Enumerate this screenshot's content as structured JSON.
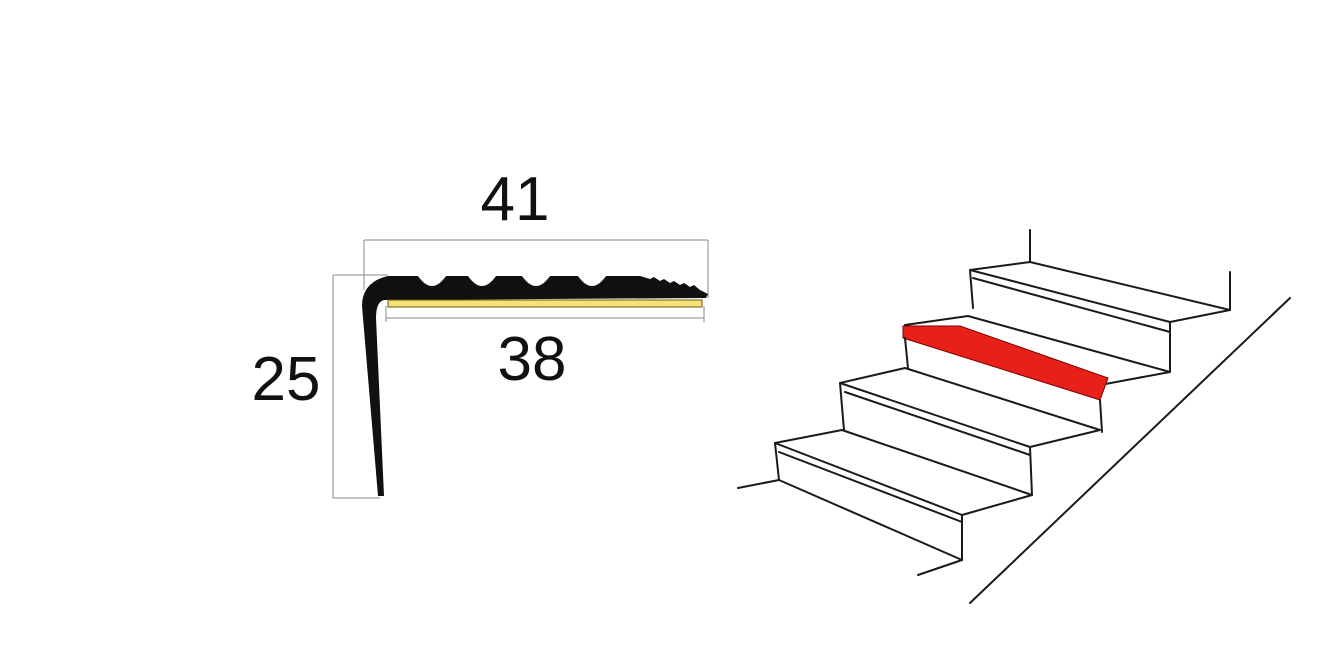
{
  "dimensions": {
    "overall_width": "41",
    "insert_width": "38",
    "height": "25"
  },
  "colors": {
    "profile": "#111111",
    "insert": "#f7e27a",
    "insert_outline": "#6b5a12",
    "highlight_nosing": "#e8201a",
    "lines": "#1a1a1a",
    "dimension_lines": "#8a8a8a"
  }
}
